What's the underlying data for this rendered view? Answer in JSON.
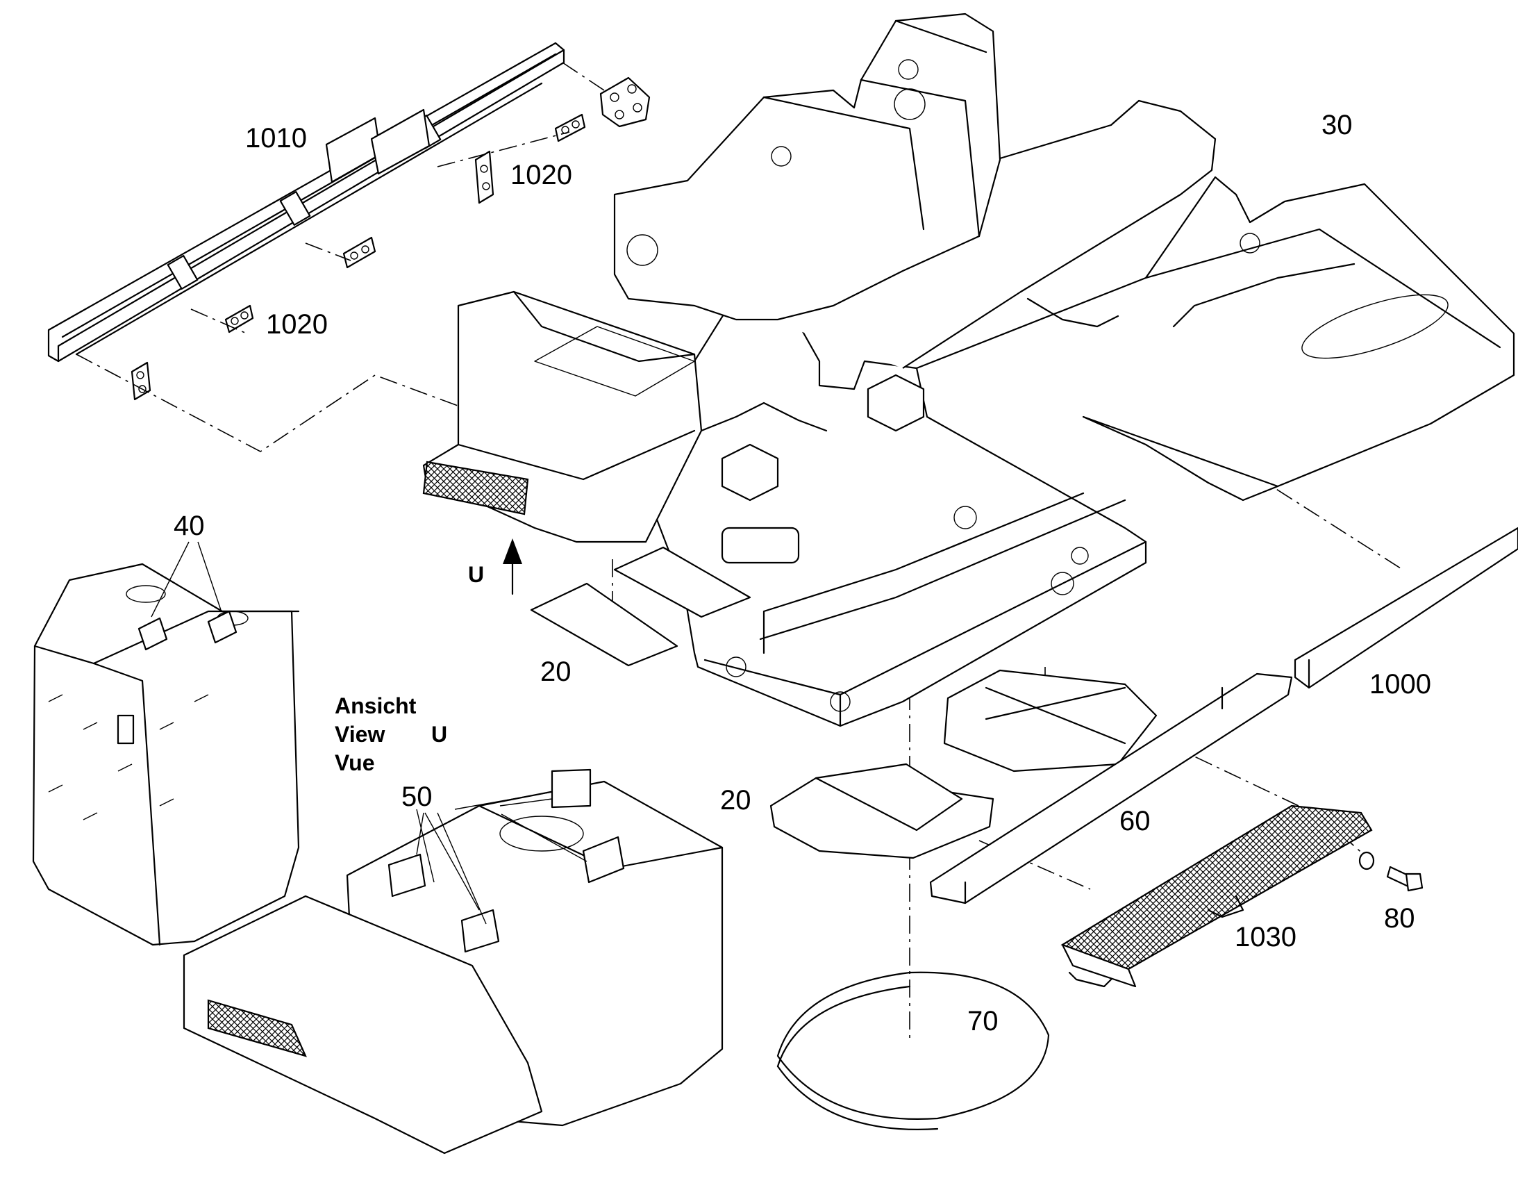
{
  "labels": {
    "p1010": "1010",
    "p1020a": "1020",
    "p1020b": "1020",
    "p30": "30",
    "p40": "40",
    "p20a": "20",
    "p20b": "20",
    "p50": "50",
    "p60": "60",
    "p70": "70",
    "p80": "80",
    "p1000": "1000",
    "p1030": "1030",
    "arrowU": "U"
  },
  "view_caption": {
    "line1": "Ansicht",
    "line2": "View",
    "line2_letter": "U",
    "line3": "Vue"
  }
}
